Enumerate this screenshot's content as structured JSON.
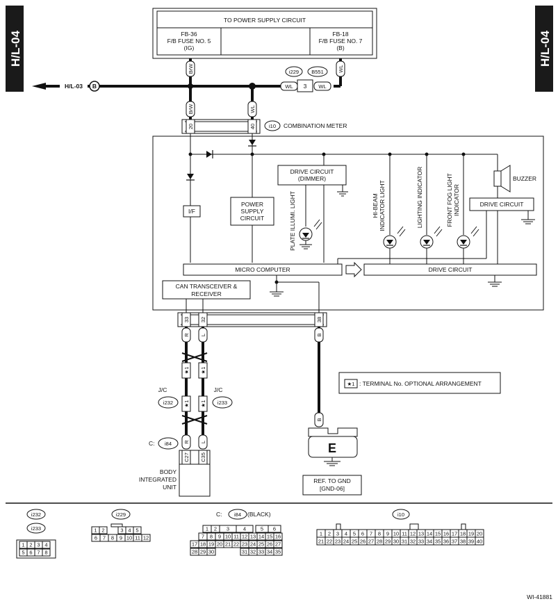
{
  "side_tabs": {
    "left": "H/L-04",
    "right": "H/L-04"
  },
  "power_supply": {
    "title": "TO POWER SUPPLY CIRCUIT",
    "left": [
      "FB-36",
      "F/B FUSE NO. 5",
      "(IG)"
    ],
    "right": [
      "FB-18",
      "F/B FUSE NO. 7",
      "(B)"
    ]
  },
  "harness_ref": {
    "label": "H/L-03",
    "circle": "B"
  },
  "wires": {
    "brw": "BrW",
    "wl": "WL",
    "r": "R",
    "l": "L",
    "b": "B"
  },
  "connectors": {
    "i229": "i229",
    "b551": "B551",
    "pin3": "3",
    "i10": "i10",
    "i232": "i232",
    "i233": "i233",
    "i84": "i84",
    "c_prefix": "C:"
  },
  "meter": {
    "label": "COMBINATION METER",
    "pin20": "20",
    "pin40": "40",
    "pin33": "33",
    "pin32": "32",
    "pin38": "38"
  },
  "blocks": {
    "drive_dimmer": [
      "DRIVE CIRCUIT",
      "(DIMMER)"
    ],
    "if": "I/F",
    "power_supply": [
      "POWER",
      "SUPPLY",
      "CIRCUIT"
    ],
    "plate_illumi": "PLATE ILLUMI. LIGHT",
    "hibeam": [
      "HI-BEAM",
      "INDICATOR LIGHT"
    ],
    "lighting": "LIGHTING INDICATOR",
    "front_fog": [
      "FRONT FOG LIGHT",
      "INDICATOR"
    ],
    "buzzer": "BUZZER",
    "drive_circuit_small": "DRIVE CIRCUIT",
    "micro": "MICRO COMPUTER",
    "drive_circuit_big": "DRIVE CIRCUIT",
    "can": [
      "CAN TRANSCEIVER &",
      "RECEIVER"
    ]
  },
  "junction": {
    "jc": "J/C",
    "star": "★1"
  },
  "body_unit": {
    "pins": [
      "C27",
      "C35"
    ],
    "label": [
      "BODY",
      "INTEGRATED",
      "UNIT"
    ]
  },
  "ground": {
    "letter": "E",
    "ref": [
      "REF. TO GND",
      "[GND-06]"
    ]
  },
  "legend": {
    "key": "★1",
    "text": ": TERMINAL No. OPTIONAL ARRANGEMENT"
  },
  "connector_views": {
    "c1": {
      "labels": [
        "i232",
        "i233"
      ],
      "rows": [
        [
          "1",
          "2",
          "3",
          "4"
        ],
        [
          "5",
          "6",
          "7",
          "8"
        ]
      ]
    },
    "c2": {
      "label": "i229",
      "rows": [
        [
          "1",
          "2",
          "",
          "3",
          "4",
          "5"
        ],
        [
          "6",
          "7",
          "8",
          "9",
          "10",
          "11",
          "12"
        ]
      ]
    },
    "c3": {
      "prefix": "C:",
      "label": "i84",
      "suffix": "(BLACK)",
      "rows": [
        [
          "1",
          "2",
          "3",
          "4",
          "5",
          "6"
        ],
        [
          "7",
          "8",
          "9",
          "10",
          "11",
          "12",
          "13",
          "14",
          "15",
          "16"
        ],
        [
          "17",
          "18",
          "19",
          "20",
          "21",
          "22",
          "23",
          "24",
          "25",
          "26",
          "27"
        ],
        [
          "28",
          "29",
          "30",
          "31",
          "32",
          "33",
          "34",
          "35"
        ]
      ]
    },
    "c4": {
      "label": "i10",
      "rows": [
        [
          "1",
          "2",
          "3",
          "4",
          "5",
          "6",
          "7",
          "8",
          "9",
          "10",
          "11",
          "12",
          "13",
          "14",
          "15",
          "16",
          "17",
          "18",
          "19",
          "20"
        ],
        [
          "21",
          "22",
          "23",
          "24",
          "25",
          "26",
          "27",
          "28",
          "29",
          "30",
          "31",
          "32",
          "33",
          "34",
          "35",
          "36",
          "37",
          "38",
          "39",
          "40"
        ]
      ]
    }
  },
  "figure_code": "WI-41881"
}
